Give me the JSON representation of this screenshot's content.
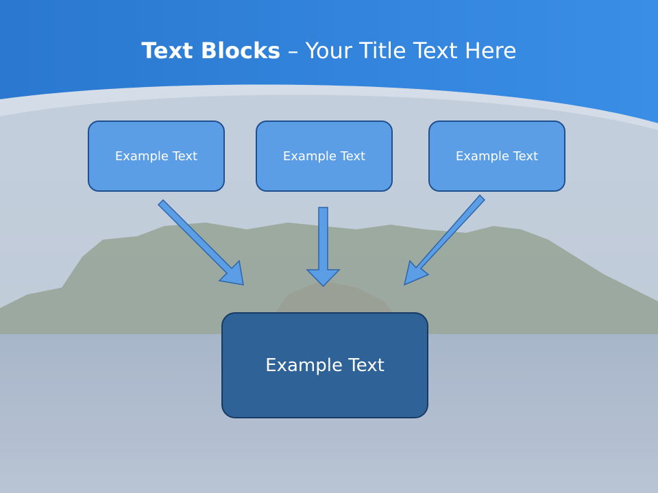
{
  "title": {
    "bold": "Text Blocks",
    "separator": " – ",
    "rest": "Your Title Text Here"
  },
  "blocks": [
    {
      "label": "Example Text"
    },
    {
      "label": "Example Text"
    },
    {
      "label": "Example Text"
    }
  ],
  "target": {
    "label": "Example Text"
  },
  "colors": {
    "header": "#2f7fd8",
    "block_fill": "#5b9ee6",
    "target_fill": "#2f6296",
    "arrow_fill": "#5b9ee6"
  }
}
